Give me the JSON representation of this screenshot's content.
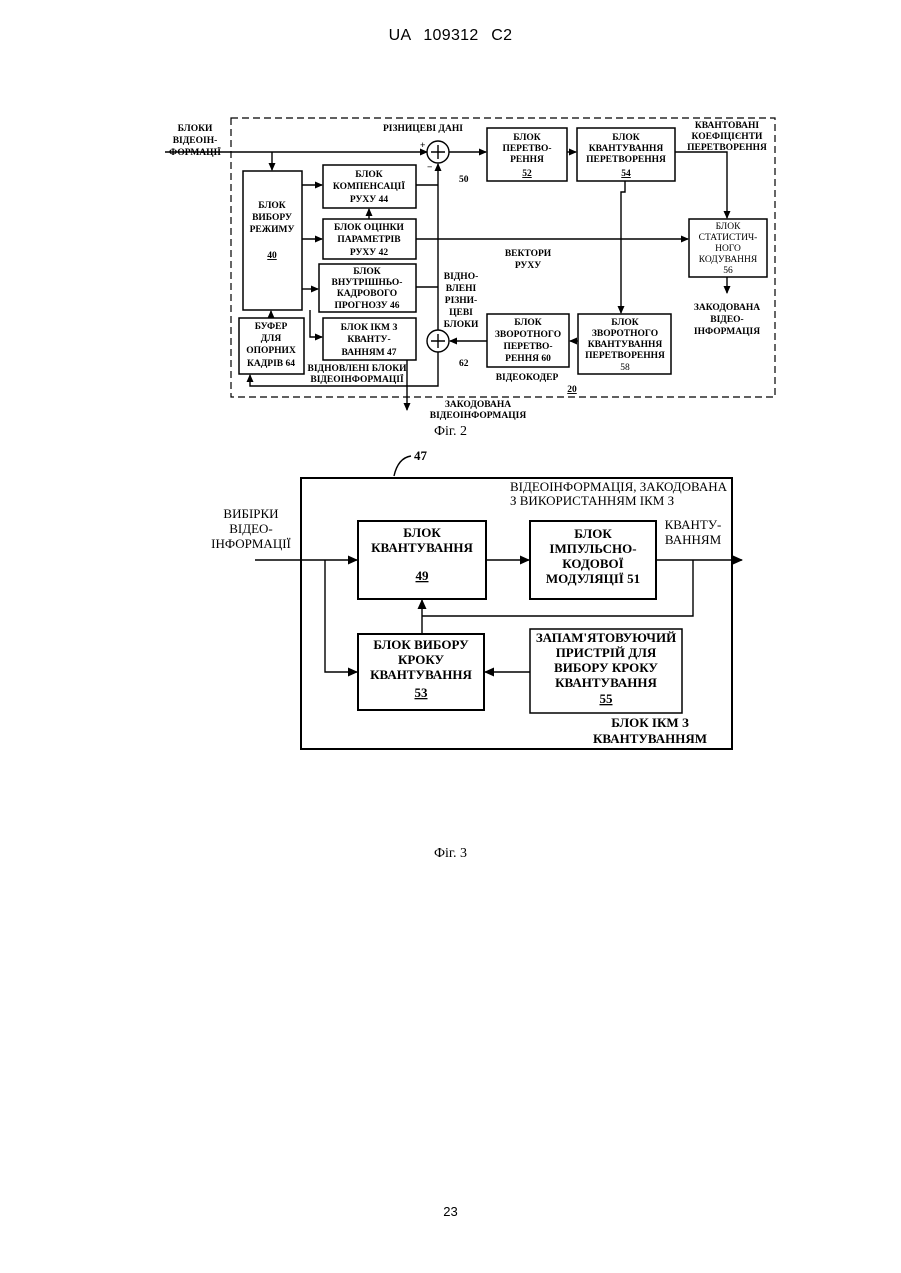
{
  "header": "UA 109312 C2",
  "page_number": "23",
  "fig2": {
    "caption": "Фіг. 2",
    "input_label": [
      "БЛОКИ",
      "ВІДЕОІН-",
      "ФОРМАЦІЇ"
    ],
    "difference_label": "РІЗНИЦЕВІ ДАНІ",
    "adder_top_num": "50",
    "adder_bottom_num": "62",
    "mode_select": [
      "БЛОК",
      "ВИБОРУ",
      "РЕЖИМУ",
      "40"
    ],
    "motion_comp": [
      "БЛОК",
      "КОМПЕНСАЦІЇ",
      "РУХУ  44"
    ],
    "motion_est": [
      "БЛОК ОЦІНКИ",
      "ПАРАМЕТРІВ",
      "РУХУ   42"
    ],
    "intra_pred": [
      "БЛОК",
      "ВНУТРІШНЬО-",
      "КАДРОВОГО",
      "ПРОГНОЗУ  46"
    ],
    "pcm_block": [
      "БЛОК ІКМ З",
      "КВАНТУ-",
      "ВАННЯМ  47"
    ],
    "ref_buffer": [
      "БУФЕР",
      "ДЛЯ",
      "ОПОРНИХ",
      "КАДРІВ  64"
    ],
    "transform": [
      "БЛОК",
      "ПЕРЕТВО-",
      "РЕННЯ",
      "52"
    ],
    "quant_transform": [
      "БЛОК",
      "КВАНТУВАННЯ",
      "ПЕРЕТВОРЕННЯ",
      "54"
    ],
    "quant_coeffs": [
      "КВАНТОВАНІ",
      "КОЕФІЦІЄНТИ",
      "ПЕРЕТВОРЕННЯ"
    ],
    "entropy": [
      "БЛОК",
      "СТАТИСТИЧ-",
      "НОГО",
      "КОДУВАННЯ",
      "56"
    ],
    "motion_vectors": [
      "ВЕКТОРИ",
      "РУХУ"
    ],
    "encoded_right": [
      "ЗАКОДОВАНА",
      "ВІДЕО-",
      "ІНФОРМАЦІЯ"
    ],
    "restored_diff": [
      "ВІДНО-",
      "ВЛЕНІ",
      "РІЗНИ-",
      "ЦЕВІ",
      "БЛОКИ"
    ],
    "inverse_transform": [
      "БЛОК",
      "ЗВОРОТНОГО",
      "ПЕРЕТВО-",
      "РЕННЯ  60"
    ],
    "inverse_quant": [
      "БЛОК",
      "ЗВОРОТНОГО",
      "КВАНТУВАННЯ",
      "ПЕРЕТВОРЕННЯ",
      "58"
    ],
    "restored_blocks": [
      "ВІДНОВЛЕНІ БЛОКИ",
      "ВІДЕОІНФОРМАЦІЇ"
    ],
    "encoder": [
      "ВІДЕОКОДЕР",
      "20"
    ],
    "encoded_bottom": [
      "ЗАКОДОВАНА",
      "ВІДЕОІНФОРМАЦІЯ"
    ]
  },
  "fig3": {
    "caption": "Фіг. 3",
    "ref_num": "47",
    "input_label": [
      "ВИБІРКИ",
      "ВІДЕО-",
      "ІНФОРМАЦІЇ"
    ],
    "output_top": [
      "ВІДЕОІНФОРМАЦІЯ, ЗАКОДОВАНА",
      "З ВИКОРИСТАННЯМ ІКМ З"
    ],
    "output_right": [
      "КВАНТУ-",
      "ВАННЯМ"
    ],
    "quant_block": [
      "БЛОК",
      "КВАНТУВАННЯ",
      "49"
    ],
    "pcm_block": [
      "БЛОК",
      "ІМПУЛЬСНО-",
      "КОДОВОЇ",
      "МОДУЛЯЦІЇ 51"
    ],
    "step_select": [
      "БЛОК ВИБОРУ",
      "КРОКУ",
      "КВАНТУВАННЯ",
      "53"
    ],
    "memory": [
      "ЗАПАМ'ЯТОВУЮЧИЙ",
      "ПРИСТРІЙ ДЛЯ",
      "ВИБОРУ КРОКУ",
      "КВАНТУВАННЯ",
      "55"
    ],
    "outer_label": [
      "БЛОК ІКМ З",
      "КВАНТУВАННЯМ"
    ]
  }
}
